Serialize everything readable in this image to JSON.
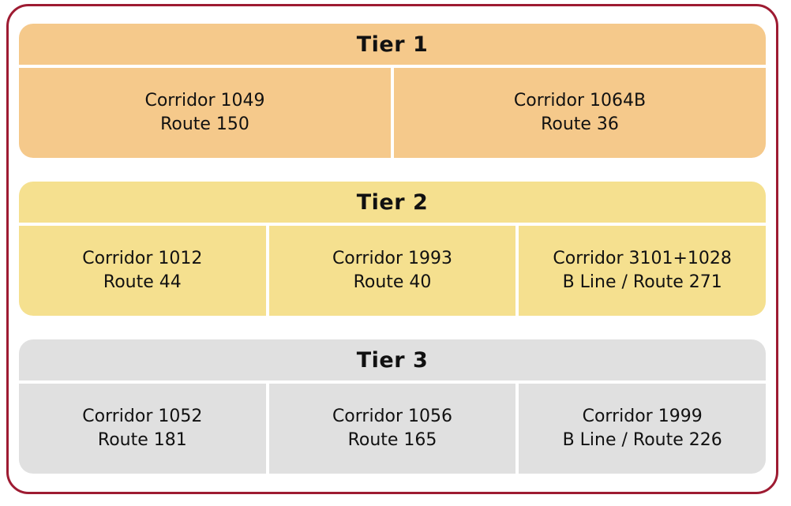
{
  "frame": {
    "border_color": "#9e1b32",
    "background": "#ffffff"
  },
  "colors": {
    "tier1": "#f5c98b",
    "tier2": "#f5e08f",
    "tier3": "#e0e0e0",
    "text": "#111111"
  },
  "tiers": [
    {
      "label": "Tier 1",
      "color": "#f5c98b",
      "cells": [
        {
          "line1": "Corridor 1049",
          "line2": "Route 150"
        },
        {
          "line1": "Corridor 1064B",
          "line2": "Route 36"
        }
      ]
    },
    {
      "label": "Tier 2",
      "color": "#f5e08f",
      "cells": [
        {
          "line1": "Corridor 1012",
          "line2": "Route 44"
        },
        {
          "line1": "Corridor 1993",
          "line2": "Route 40"
        },
        {
          "line1": "Corridor 3101+1028",
          "line2": "B Line / Route 271"
        }
      ]
    },
    {
      "label": "Tier 3",
      "color": "#e0e0e0",
      "cells": [
        {
          "line1": "Corridor 1052",
          "line2": "Route 181"
        },
        {
          "line1": "Corridor 1056",
          "line2": "Route 165"
        },
        {
          "line1": "Corridor 1999",
          "line2": "B Line / Route 226"
        }
      ]
    }
  ]
}
